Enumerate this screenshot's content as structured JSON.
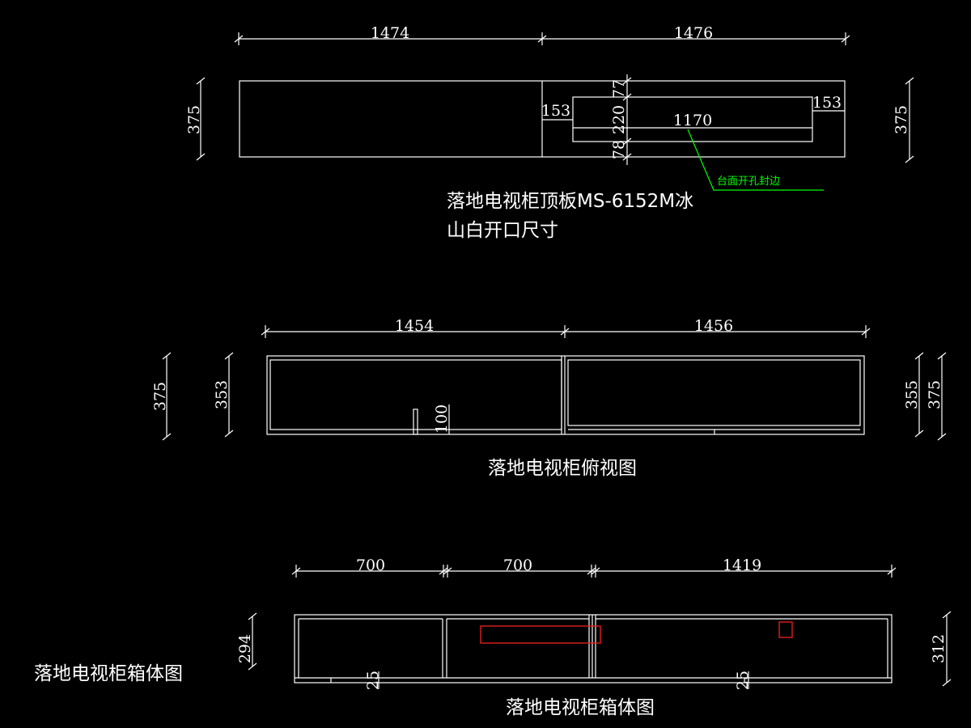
{
  "colors": {
    "background": "#000000",
    "lines": "#ffffff",
    "annotation": "#00ff00",
    "marker": "#e0201c"
  },
  "top_panel": {
    "title_line1": "落地电视柜顶板MS-6152M冰",
    "title_line2": "山白开口尺寸",
    "width_left": "1474",
    "width_right": "1476",
    "depth_left": "375",
    "depth_right": "375",
    "opening_left_offset": "153",
    "opening_right_offset": "153",
    "opening_length": "1170",
    "opening_top": "77",
    "opening_width": "220",
    "opening_bottom": "78",
    "callout": "台面开孔封边"
  },
  "plan_view": {
    "title": "落地电视柜俯视图",
    "width_left": "1454",
    "width_right": "1456",
    "outer_depth_left": "375",
    "inner_depth_left": "353",
    "inner_depth_right": "355",
    "outer_depth_right": "375",
    "partition_height": "100"
  },
  "carcass_view": {
    "title": "落地电视柜箱体图",
    "side_title": "落地电视柜箱体图",
    "width_1": "700",
    "width_2": "700",
    "width_3": "1419",
    "height_left": "294",
    "height_right": "312",
    "gap_left": "25",
    "gap_right": "25"
  }
}
